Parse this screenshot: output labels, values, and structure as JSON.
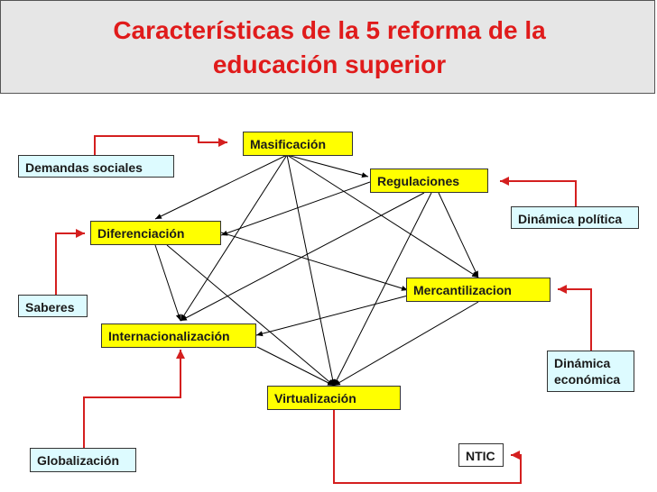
{
  "title": {
    "line1": "Características de la 5 reforma de la",
    "line2": "educación superior"
  },
  "core_nodes": {
    "masificacion": "Masificación",
    "regulaciones": "Regulaciones",
    "diferenciacion": "Diferenciación",
    "mercantilizacion": "Mercantilizacion",
    "internacionalizacion": "Internacionalización",
    "virtualizacion": "Virtualización"
  },
  "external_nodes": {
    "demandas_sociales": "Demandas sociales",
    "dinamica_politica": "Dinámica política",
    "saberes": "Saberes",
    "dinamica_economica_1": "Dinámica",
    "dinamica_economica_2": "económica",
    "globalizacion": "Globalización",
    "ntic": "NTIC"
  },
  "colors": {
    "title": "#e01b1b",
    "core_fill": "#ffff00",
    "external_fill": "#ddfbff",
    "connector_red": "#d41f1f",
    "connector_black": "#000000"
  }
}
